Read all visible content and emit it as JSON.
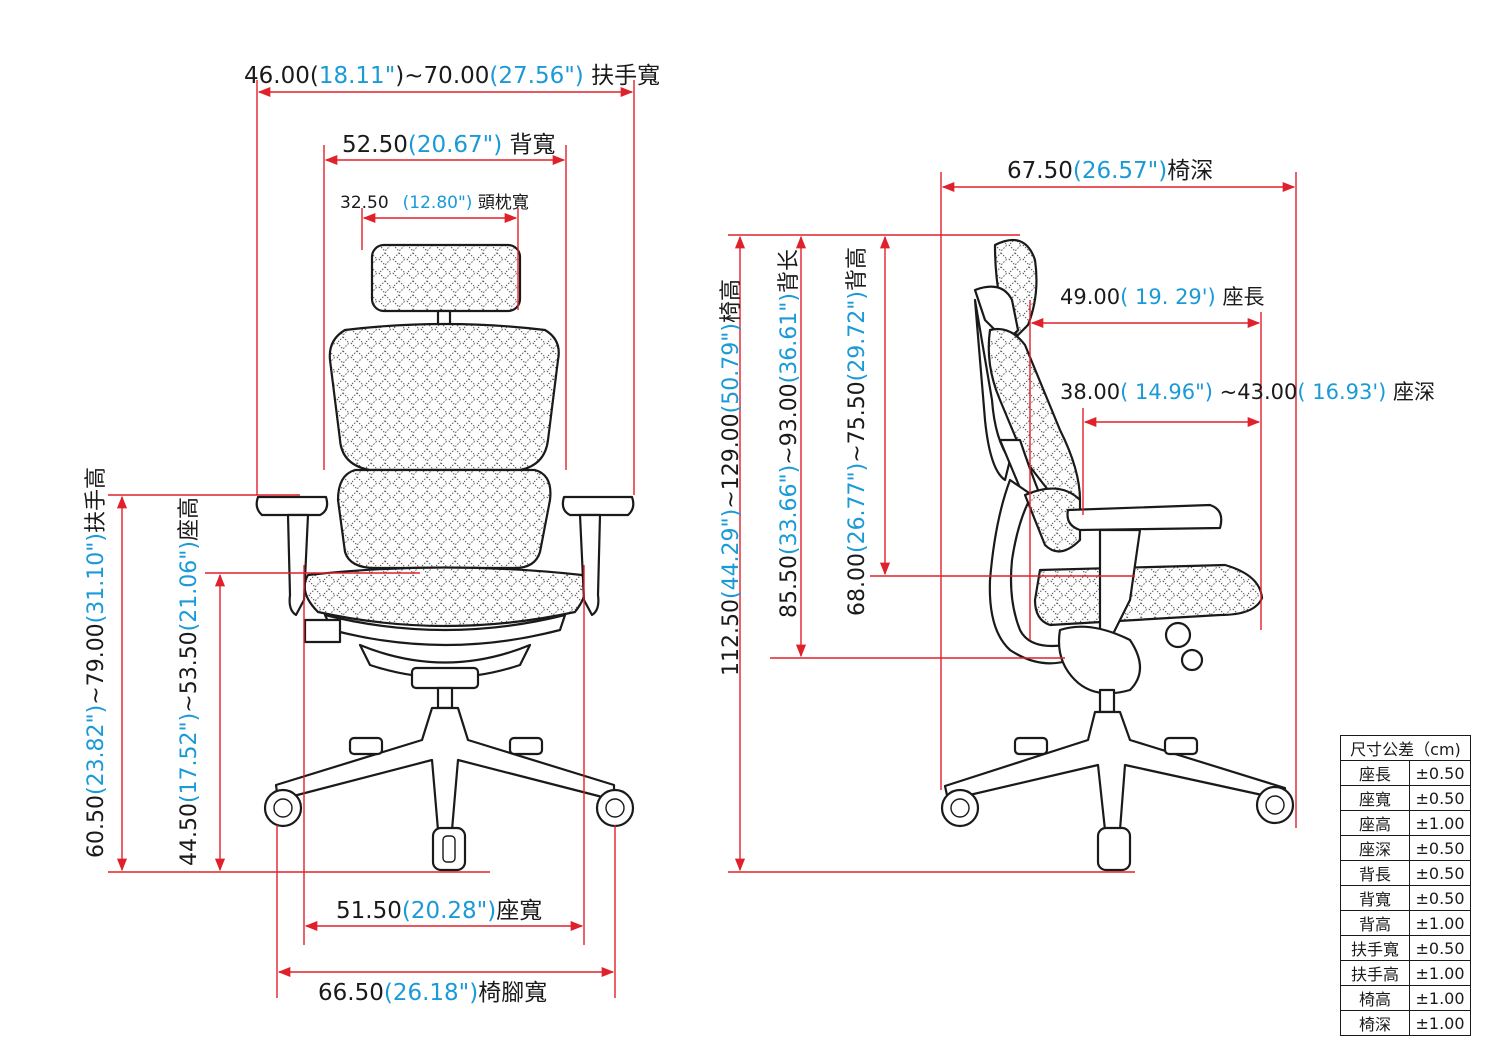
{
  "front_view": {
    "armrest_width": {
      "cm": "46.00",
      "inch_open": "(",
      "inch": "18.11\"",
      "inch_close": ")",
      "sep": "~",
      "cm2": "70.00",
      "inch2": "(27.56\")",
      "label": " 扶手寬"
    },
    "back_width": {
      "cm": "52.50",
      "inch": "(20.67\")",
      "label": " 背寬"
    },
    "headrest_width": {
      "cm": "32.50",
      "inch": "(12.80\")",
      "label": " 頭枕寬"
    },
    "seat_width": {
      "cm": "51.50",
      "inch": "(20.28\")",
      "label": "座寬"
    },
    "base_width": {
      "cm": "66.50",
      "inch": "(26.18\")",
      "label": "椅腳寬"
    },
    "armrest_height": {
      "cm": "60.50",
      "inch": "(23.82\")",
      "sep": "~",
      "cm2": "79.00",
      "inch2": "(31.10\")",
      "label": "扶手高"
    },
    "seat_height": {
      "cm": "44.50",
      "inch": "(17.52\")",
      "sep": "~",
      "cm2": "53.50",
      "inch2": "(21.06\")",
      "label": "座高"
    }
  },
  "side_view": {
    "chair_height": {
      "cm": "112.50",
      "inch": "(44.29\")",
      "sep": "~",
      "cm2": "129.00",
      "inch2": "(50.79\")",
      "label": "椅高"
    },
    "back_length": {
      "cm": "85.50",
      "inch": "(33.66\")",
      "sep": "~",
      "cm2": "93.00",
      "inch2": "(36.61\")",
      "label": "背长"
    },
    "back_height": {
      "cm": "68.00",
      "inch": "(26.77\")",
      "sep": "~",
      "cm2": "75.50",
      "inch2": "(29.72\")",
      "label": "背高"
    },
    "chair_depth": {
      "cm": "67.50",
      "inch": "(26.57\")",
      "label": "椅深"
    },
    "seat_length": {
      "cm": "49.00",
      "inch": "( 19. 29')",
      "label": " 座長"
    },
    "seat_depth": {
      "cm": "38.00",
      "inch": "( 14.96\")",
      "sep": " ~",
      "cm2": "43.00",
      "inch2": "( 16.93')",
      "label": "  座深"
    }
  },
  "tolerance_table": {
    "header": "尺寸公差（cm)",
    "rows": [
      {
        "name": "座長",
        "value": "±0.50"
      },
      {
        "name": "座寬",
        "value": "±0.50"
      },
      {
        "name": "座高",
        "value": "±1.00"
      },
      {
        "name": "座深",
        "value": "±0.50"
      },
      {
        "name": "背長",
        "value": "±0.50"
      },
      {
        "name": "背寬",
        "value": "±0.50"
      },
      {
        "name": "背高",
        "value": "±1.00"
      },
      {
        "name": "扶手寬",
        "value": "±0.50"
      },
      {
        "name": "扶手高",
        "value": "±1.00"
      },
      {
        "name": "椅高",
        "value": "±1.00"
      },
      {
        "name": "椅深",
        "value": "±1.00"
      }
    ]
  },
  "colors": {
    "dimension_line": "#e0202a",
    "inch_text": "#1a9ad6",
    "text": "#1a1a1a"
  }
}
